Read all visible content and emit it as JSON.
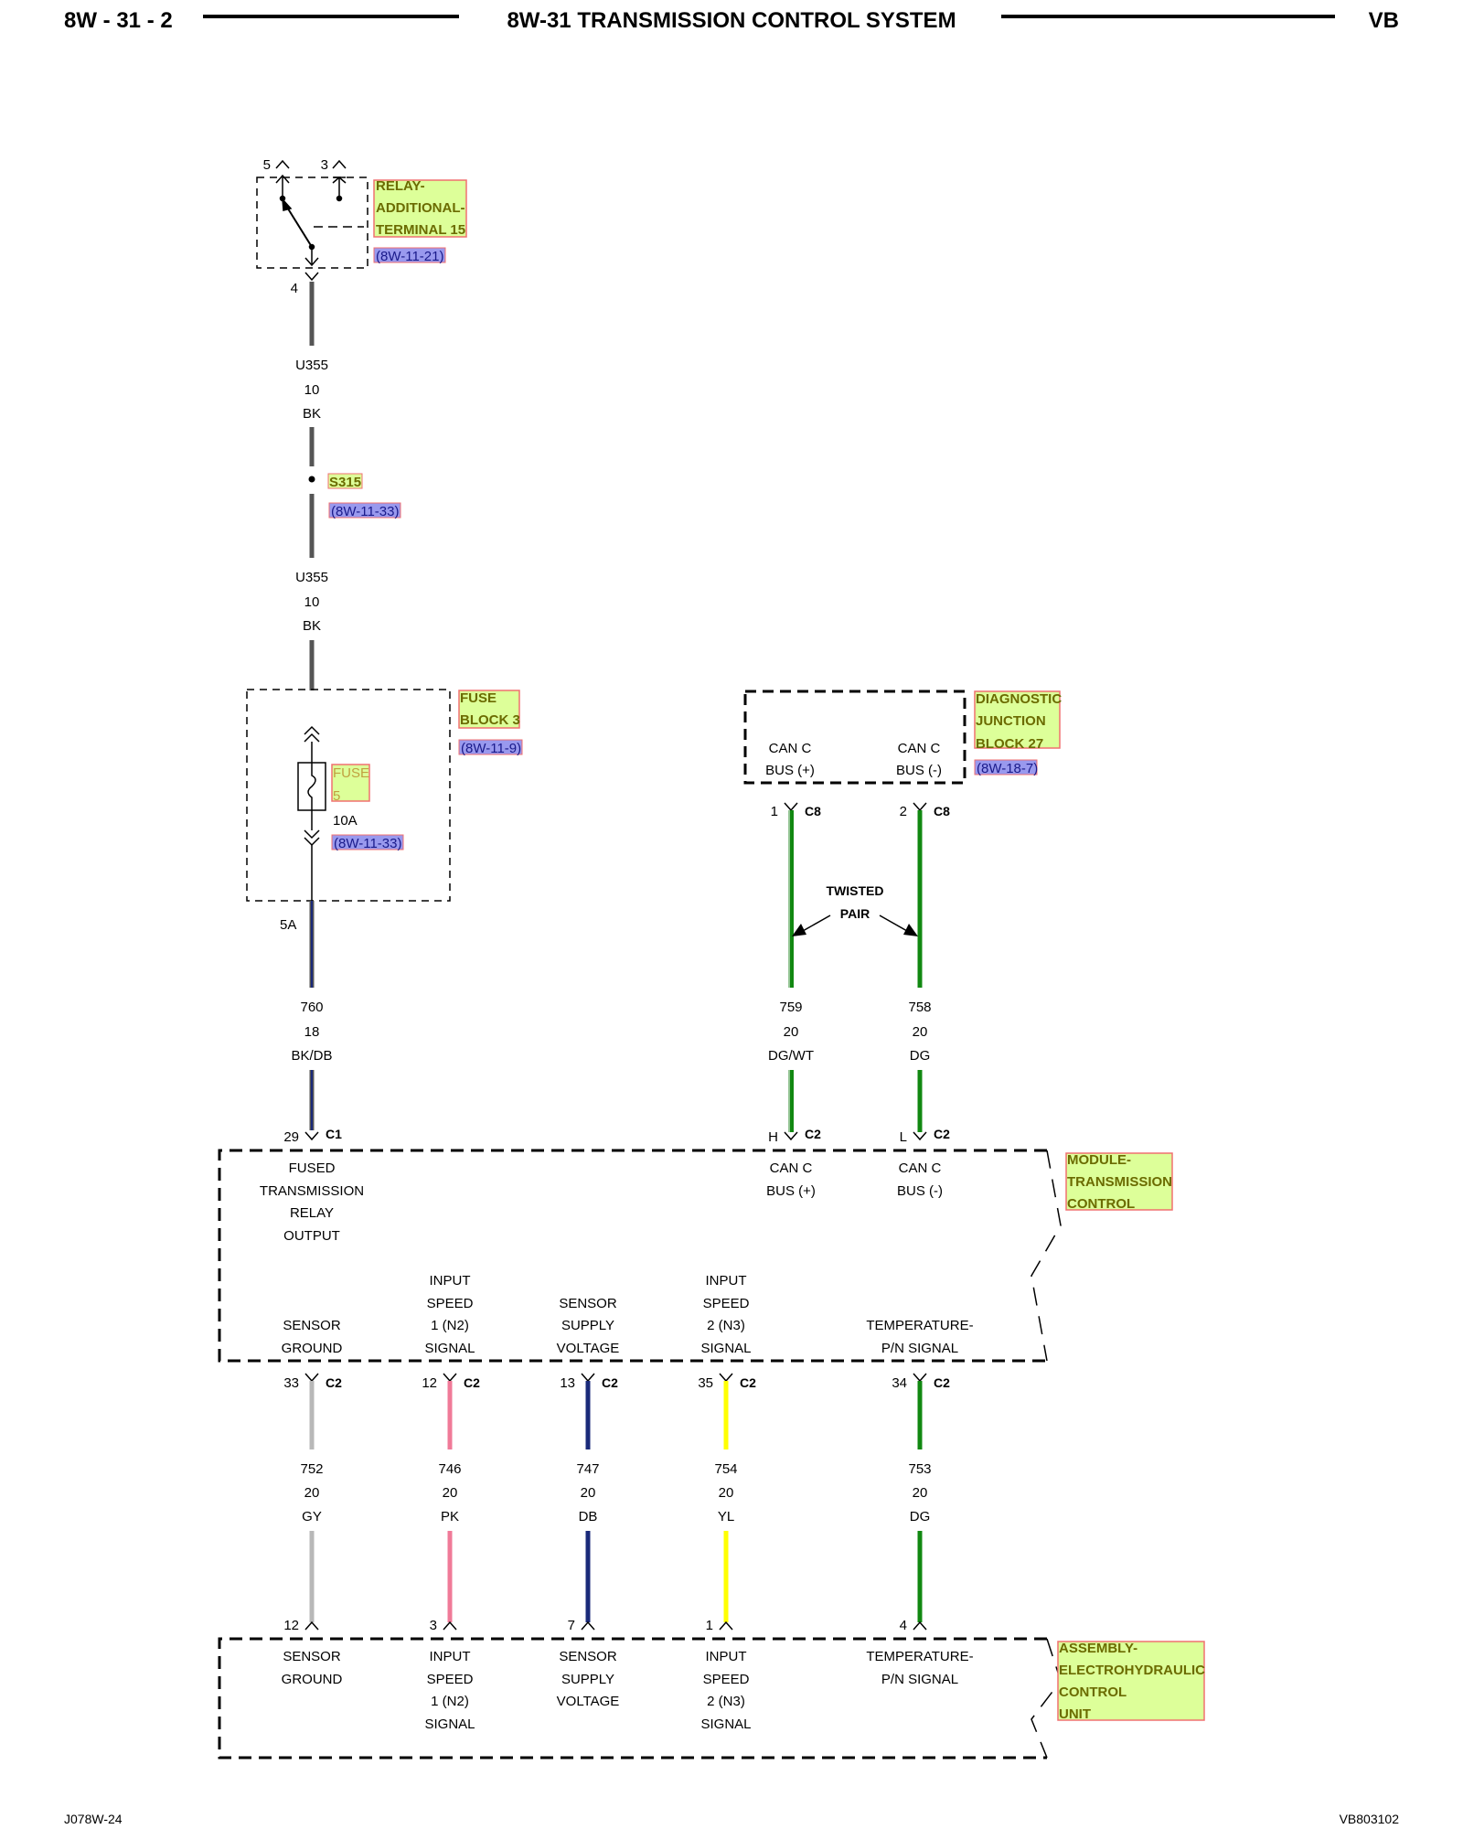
{
  "header": {
    "page_number": "8W - 31 - 2",
    "title": "8W-31 TRANSMISSION CONTROL SYSTEM",
    "model": "VB"
  },
  "footer": {
    "left_code": "J078W-24",
    "right_code": "VB803102"
  },
  "colors": {
    "highlight_fill": "#ddff99",
    "highlight_border": "#f07070",
    "xref_fill": "#9999ee",
    "wire_black": "#555555",
    "wire_db": "#1a2a7a",
    "wire_dg": "#118811",
    "wire_gy": "#b8b8b8",
    "wire_pk": "#f07a98",
    "wire_yl": "#ffff00"
  },
  "relay": {
    "label_lines": [
      "RELAY-",
      "ADDITIONAL-",
      "TERMINAL 15"
    ],
    "xref": "(8W-11-21)",
    "pin_left": "5",
    "pin_right": "3",
    "pin_bottom": "4"
  },
  "wire_u355_top": {
    "circuit": "U355",
    "gauge": "10",
    "color": "BK"
  },
  "splice": {
    "name": "S315",
    "xref": "(8W-11-33)"
  },
  "wire_u355_bottom": {
    "circuit": "U355",
    "gauge": "10",
    "color": "BK"
  },
  "fuse_block": {
    "label_lines": [
      "FUSE",
      "BLOCK 3"
    ],
    "xref": "(8W-11-9)",
    "fuse_label_lines": [
      "FUSE",
      "5"
    ],
    "rating": "10A",
    "fuse_xref": "(8W-11-33)",
    "cavity": "5A"
  },
  "diag_block": {
    "label_lines": [
      "DIAGNOSTIC",
      "JUNCTION",
      "BLOCK 27"
    ],
    "xref": "(8W-18-7)",
    "pin1_lines": [
      "CAN C",
      "BUS (+)"
    ],
    "pin2_lines": [
      "CAN C",
      "BUS (-)"
    ],
    "pin1": "1",
    "pin2": "2",
    "connector": "C8"
  },
  "twisted_pair_lines": [
    "TWISTED",
    "PAIR"
  ],
  "wire_760": {
    "circuit": "760",
    "gauge": "18",
    "color": "BK/DB"
  },
  "wire_759": {
    "circuit": "759",
    "gauge": "20",
    "color": "DG/WT"
  },
  "wire_758": {
    "circuit": "758",
    "gauge": "20",
    "color": "DG"
  },
  "tcm": {
    "label_lines": [
      "MODULE-",
      "TRANSMISSION",
      "CONTROL"
    ],
    "top_pins": [
      {
        "pin": "29",
        "connector": "C1",
        "lines": [
          "FUSED",
          "TRANSMISSION",
          "RELAY",
          "OUTPUT"
        ]
      },
      {
        "pin": "H",
        "connector": "C2",
        "lines": [
          "CAN C",
          "BUS (+)"
        ]
      },
      {
        "pin": "L",
        "connector": "C2",
        "lines": [
          "CAN C",
          "BUS (-)"
        ]
      }
    ],
    "bottom_pins": [
      {
        "pin": "33",
        "connector": "C2",
        "lines": [
          "SENSOR",
          "GROUND"
        ]
      },
      {
        "pin": "12",
        "connector": "C2",
        "lines": [
          "INPUT",
          "SPEED",
          "1 (N2)",
          "SIGNAL"
        ]
      },
      {
        "pin": "13",
        "connector": "C2",
        "lines": [
          "SENSOR",
          "SUPPLY",
          "VOLTAGE"
        ]
      },
      {
        "pin": "35",
        "connector": "C2",
        "lines": [
          "INPUT",
          "SPEED",
          "2 (N3)",
          "SIGNAL"
        ]
      },
      {
        "pin": "34",
        "connector": "C2",
        "lines": [
          "TEMPERATURE-",
          "P/N SIGNAL"
        ]
      }
    ]
  },
  "bottom_wires": [
    {
      "circuit": "752",
      "gauge": "20",
      "color": "GY"
    },
    {
      "circuit": "746",
      "gauge": "20",
      "color": "PK"
    },
    {
      "circuit": "747",
      "gauge": "20",
      "color": "DB"
    },
    {
      "circuit": "754",
      "gauge": "20",
      "color": "YL"
    },
    {
      "circuit": "753",
      "gauge": "20",
      "color": "DG"
    }
  ],
  "ehcu": {
    "label_lines": [
      "ASSEMBLY-",
      "ELECTROHYDRAULIC",
      "CONTROL",
      "UNIT"
    ],
    "pins": [
      {
        "pin": "12",
        "lines": [
          "SENSOR",
          "GROUND"
        ]
      },
      {
        "pin": "3",
        "lines": [
          "INPUT",
          "SPEED",
          "1 (N2)",
          "SIGNAL"
        ]
      },
      {
        "pin": "7",
        "lines": [
          "SENSOR",
          "SUPPLY",
          "VOLTAGE"
        ]
      },
      {
        "pin": "1",
        "lines": [
          "INPUT",
          "SPEED",
          "2 (N3)",
          "SIGNAL"
        ]
      },
      {
        "pin": "4",
        "lines": [
          "TEMPERATURE-",
          "P/N SIGNAL"
        ]
      }
    ]
  }
}
